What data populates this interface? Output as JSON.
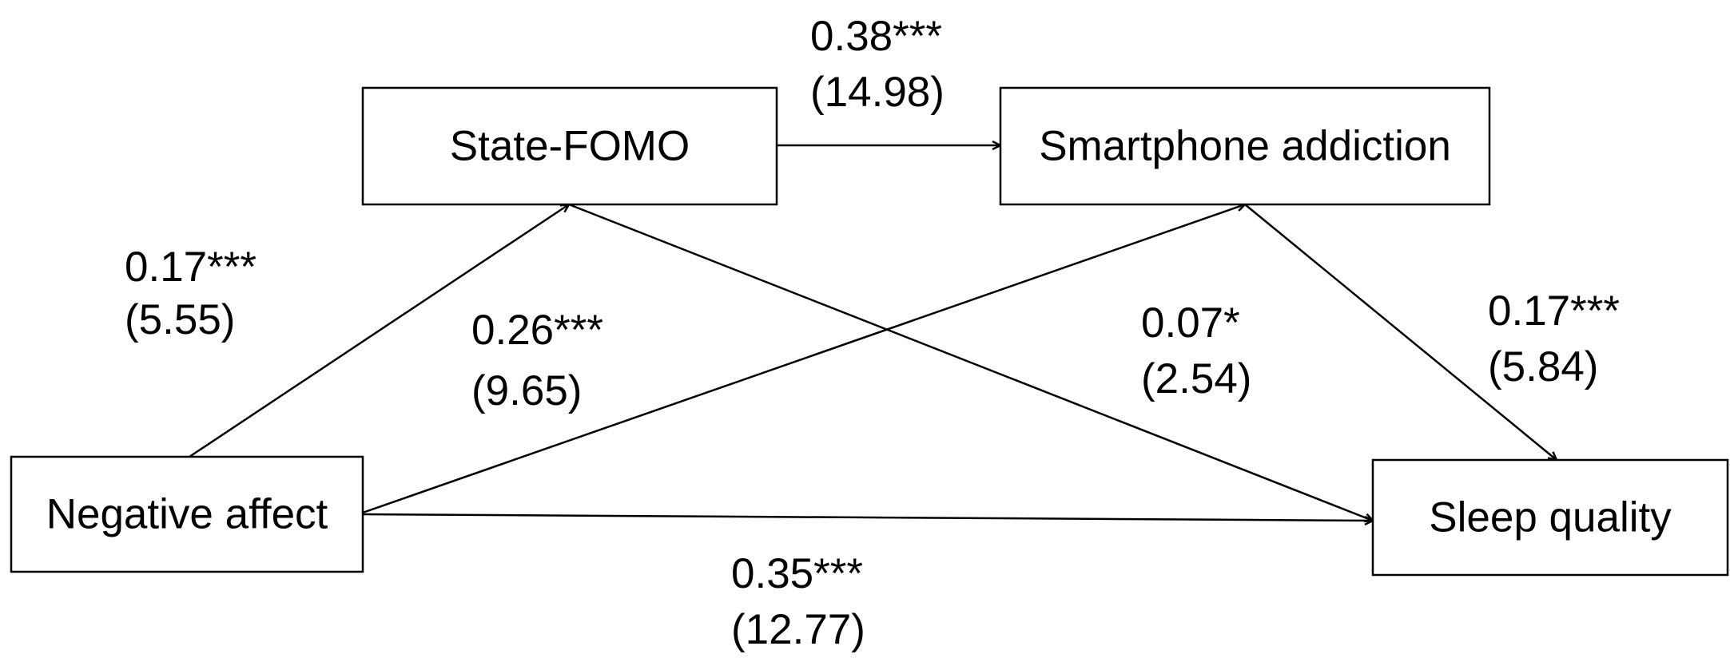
{
  "nodes": {
    "state_fomo": "State-FOMO",
    "smartphone_addiction": "Smartphone addiction",
    "negative_affect": "Negative affect",
    "sleep_quality": "Sleep quality"
  },
  "paths": {
    "fomo_to_addiction": {
      "coef": "0.38***",
      "t": "(14.98)"
    },
    "affect_to_fomo": {
      "coef": "0.17***",
      "t": "(5.55)"
    },
    "affect_to_addiction": {
      "coef": "0.26***",
      "t": "(9.65)"
    },
    "fomo_to_sleep": {
      "coef": "0.07*",
      "t": "(2.54)"
    },
    "addiction_to_sleep": {
      "coef": "0.17***",
      "t": "(5.84)"
    },
    "affect_to_sleep": {
      "coef": "0.35***",
      "t": "(12.77)"
    }
  }
}
